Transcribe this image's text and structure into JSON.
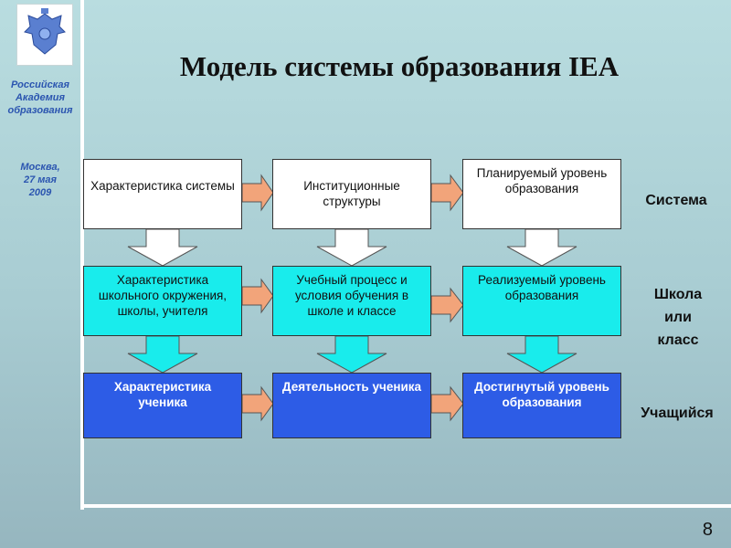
{
  "sidebar": {
    "org_line1": "Российская",
    "org_line2": "Академия",
    "org_line3": "образования",
    "city": "Москва,",
    "date_line": "27  мая",
    "year": "2009"
  },
  "title": "Модель системы образования IEA",
  "boxes": {
    "r1c1": "Характеристика системы",
    "r1c2": "Институционные структуры",
    "r1c3": "Планируемый уровень образования",
    "r2c1": "Характеристика школьного окружения, школы, учителя",
    "r2c2": "Учебный процесс и условия обучения в школе и классе",
    "r2c3": "Реализуемый уровень образования",
    "r3c1": "Характеристика ученика",
    "r3c2": "Деятельность ученика",
    "r3c3": "Достигнутый уровень образования"
  },
  "levels": {
    "system": "Система",
    "school_line1": "Школа",
    "school_line2": "или",
    "school_line3": "класс",
    "student": "Учащийся"
  },
  "page_number": "8",
  "colors": {
    "row1": "#ffffff",
    "row2": "#19ecec",
    "row3": "#2d5ce6",
    "arrow_fill": "#f2a47a",
    "sidebar_text": "#2b55b0"
  },
  "icons": {
    "emblem": "russian-coat-of-arms-icon"
  }
}
